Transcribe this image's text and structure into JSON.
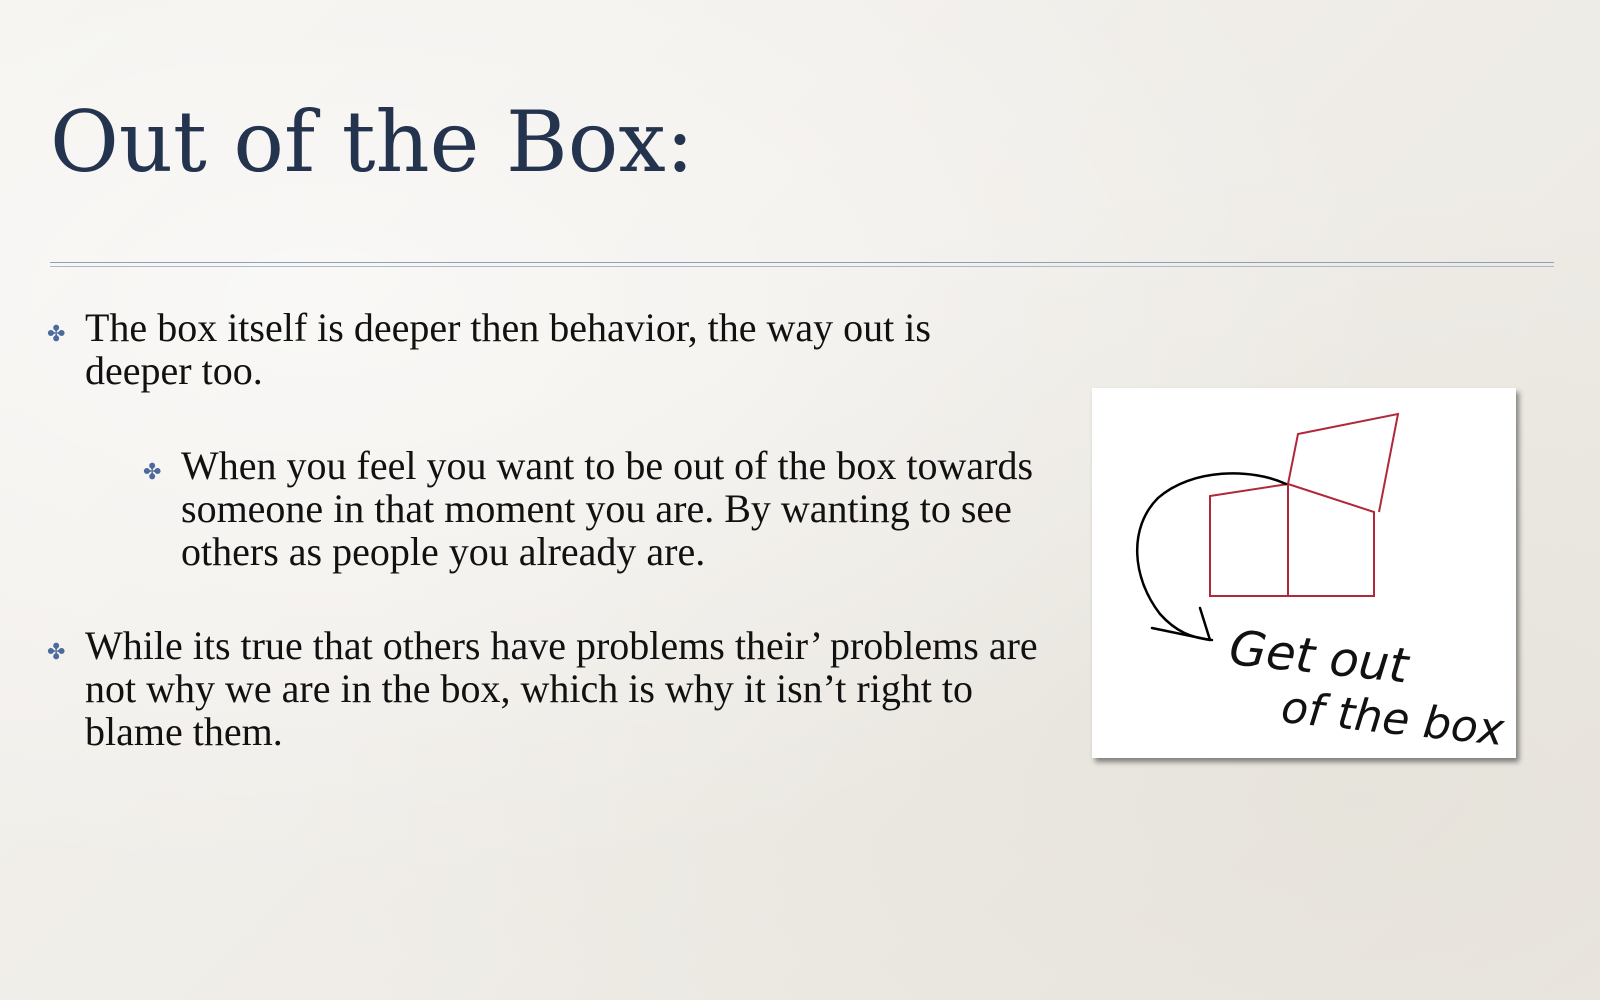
{
  "slide": {
    "title": "Out of the Box:",
    "bullets": [
      {
        "text": "The box itself is deeper then behavior, the way out is deeper too.",
        "level": 1
      },
      {
        "text": "When you feel you want to be out of the box towards someone in that moment you are. By wanting to see others as people you already are.",
        "level": 2
      },
      {
        "text": "While its true that others have problems their’ problems are not why we are in the box, which is why it isn’t right to blame them.",
        "level": 1
      }
    ],
    "bullet_marker": "✤",
    "figure": {
      "caption_line1": "Get out",
      "caption_line2": "of the box",
      "box_color": "#b0283a",
      "arrow_color": "#000000"
    },
    "colors": {
      "title": "#24344f",
      "marker": "#4c6a9c",
      "background": "#f1efea"
    }
  }
}
